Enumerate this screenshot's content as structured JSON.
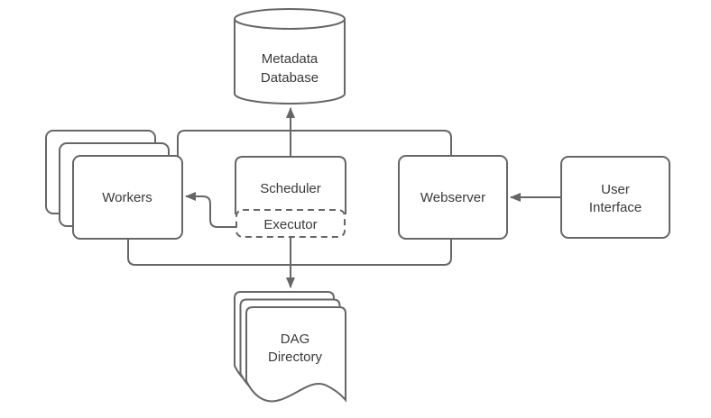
{
  "diagram": {
    "name": "workflow-architecture-diagram",
    "colors": {
      "background": "#ffffff",
      "stroke": "#666666",
      "text": "#3a3a3a",
      "node_fill": "#ffffff"
    },
    "nodes": {
      "metadata_database": {
        "shape": "cylinder",
        "label_line1": "Metadata",
        "label_line2": "Database"
      },
      "workers": {
        "shape": "stacked-rounded-rectangles",
        "stack_count": 3,
        "label": "Workers"
      },
      "scheduler": {
        "shape": "rounded-rectangle",
        "label": "Scheduler"
      },
      "executor": {
        "shape": "dashed-rounded-rectangle",
        "label": "Executor"
      },
      "webserver": {
        "shape": "rounded-rectangle",
        "label": "Webserver"
      },
      "user_interface": {
        "shape": "rounded-rectangle",
        "label_line1": "User",
        "label_line2": "Interface"
      },
      "dag_directory": {
        "shape": "stacked-documents",
        "stack_count": 3,
        "label_line1": "DAG",
        "label_line2": "Directory"
      }
    },
    "edges": [
      {
        "from": "scheduler",
        "to": "metadata_database",
        "arrow": true
      },
      {
        "from": "executor",
        "to": "workers",
        "arrow": true
      },
      {
        "from": "executor",
        "to": "dag_directory",
        "arrow": true
      },
      {
        "from": "user_interface",
        "to": "webserver",
        "arrow": true
      },
      {
        "from": "workers",
        "to": "webserver",
        "arrow": false,
        "via": "top-bus"
      },
      {
        "from": "workers",
        "to": "webserver",
        "arrow": false,
        "via": "bottom-bus"
      }
    ]
  }
}
